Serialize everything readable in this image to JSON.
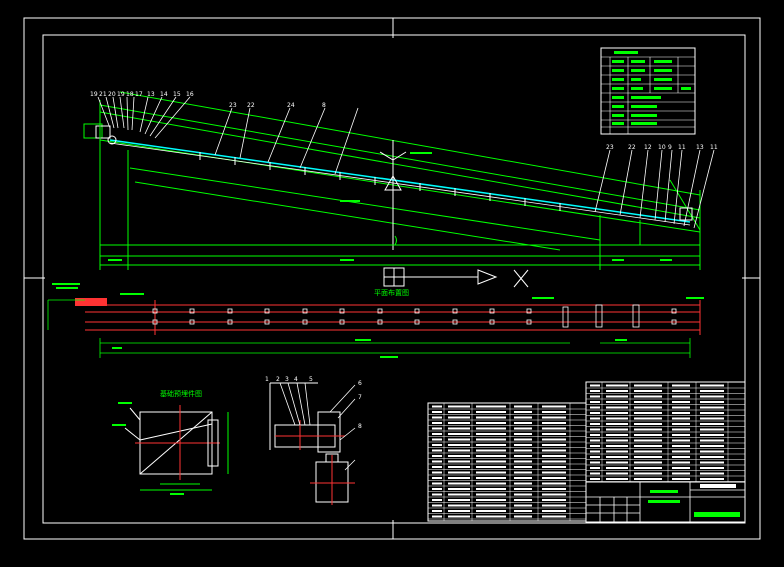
{
  "drawing": {
    "plan_title": "平面布置图",
    "detail_title": "基础预埋件图",
    "axis_label": "X",
    "colors": {
      "background": "#000000",
      "frame": "#ffffff",
      "geometry": "#00ff00",
      "accent": "#ff3333",
      "annotation": "#ffffff",
      "highlight": "#00ffff"
    },
    "balloons_top_left": [
      "19",
      "21",
      "20",
      "19",
      "18",
      "17",
      "13",
      "14",
      "15",
      "16"
    ],
    "balloons_top_mid": [
      "23",
      "22",
      "24",
      "8"
    ],
    "balloons_top_right": [
      "23",
      "22",
      "12",
      "10",
      "9",
      "11",
      "13",
      "11"
    ],
    "balloons_drive": [
      "1",
      "2",
      "3",
      "4",
      "5",
      "6",
      "7",
      "8"
    ]
  }
}
